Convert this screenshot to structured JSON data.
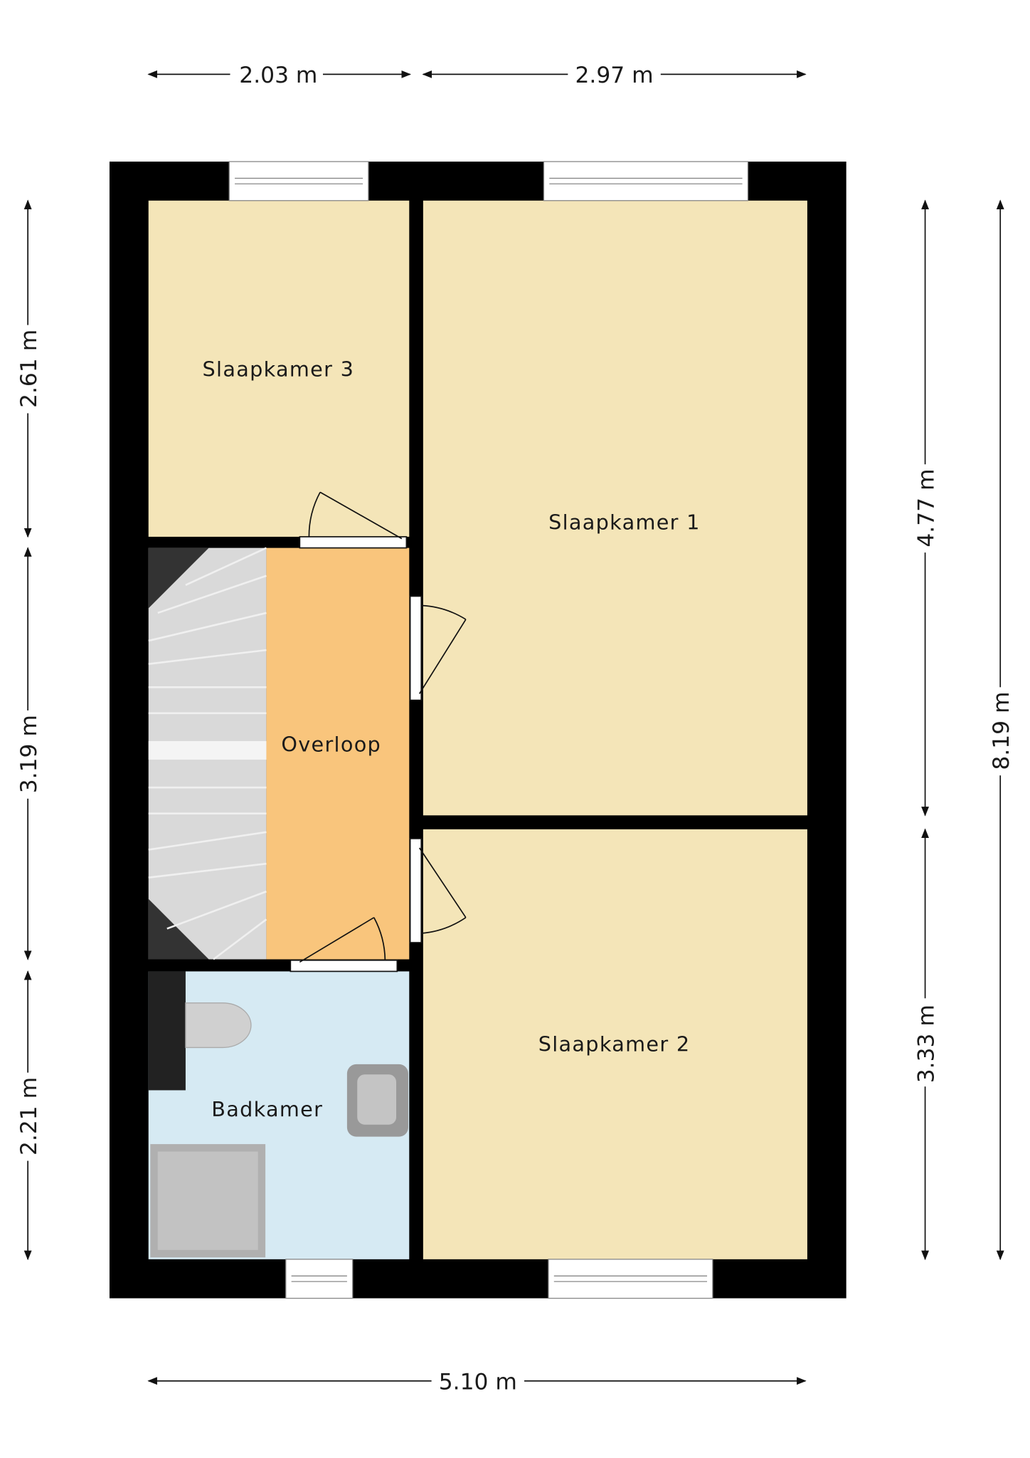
{
  "dimensions": {
    "top_left": "2.03 m",
    "top_right": "2.97 m",
    "bottom": "5.10 m",
    "left_top": "2.61 m",
    "left_middle": "3.19 m",
    "left_bottom": "2.21 m",
    "right_top": "4.77 m",
    "right_bottom": "3.33 m",
    "right_total": "8.19 m"
  },
  "rooms": {
    "slaapkamer3": "Slaapkamer 3",
    "slaapkamer1": "Slaapkamer 1",
    "slaapkamer2": "Slaapkamer 2",
    "overloop": "Overloop",
    "badkamer": "Badkamer"
  },
  "colors": {
    "bedroom": "#f4e5b8",
    "landing": "#f9c57c",
    "bathroom": "#d6eaf3",
    "wall": "#000000",
    "stairs": "#d8d8d8"
  }
}
